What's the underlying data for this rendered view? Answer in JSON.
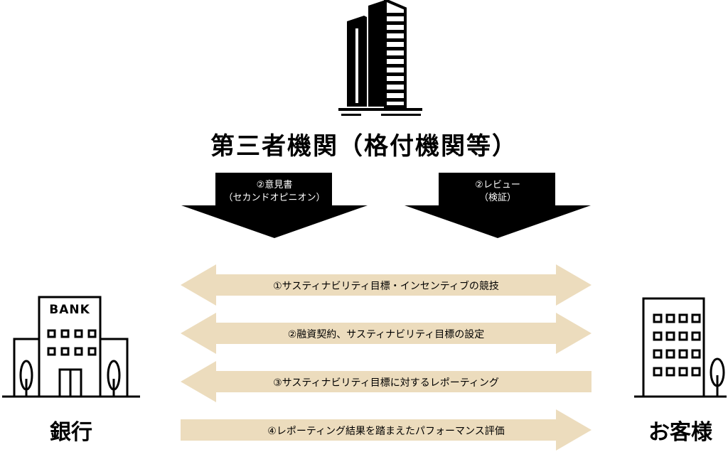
{
  "title": "第三者機関（格付機関等）",
  "opinion": {
    "line1": "②意見書",
    "line2": "（セカンドオピニオン）"
  },
  "review": {
    "line1": "②レビュー",
    "line2": "（検証）"
  },
  "flows": [
    {
      "label": "①サスティナビリティ目標・インセンティブの競技",
      "direction": "both"
    },
    {
      "label": "②融資契約、サスティナビリティ目標の設定",
      "direction": "both"
    },
    {
      "label": "③サスティナビリティ目標に対するレポーティング",
      "direction": "left"
    },
    {
      "label": "④レポーティング結果を踏まえたパフォーマンス評価",
      "direction": "right"
    }
  ],
  "bank": {
    "sign": "BANK",
    "label": "銀行"
  },
  "customer": {
    "label": "お客様"
  },
  "colors": {
    "flow_arrow": "#ecdcbd",
    "down_arrow": "#000000",
    "line": "#000000"
  }
}
